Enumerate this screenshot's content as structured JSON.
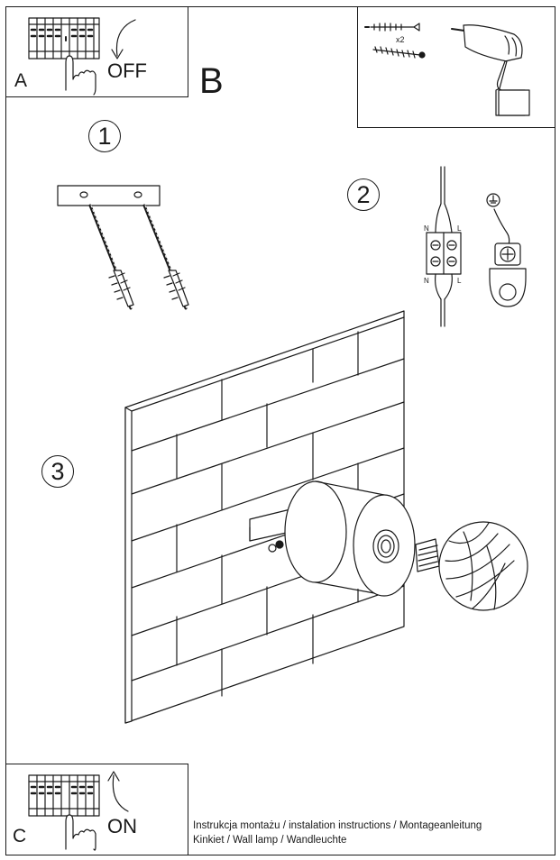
{
  "panel_a": {
    "letter": "A",
    "action": "OFF"
  },
  "panel_b": {
    "letter": "B"
  },
  "panel_c": {
    "letter": "C",
    "action": "ON"
  },
  "tools": {
    "quantity": "x2"
  },
  "steps": {
    "one": "1",
    "two": "2",
    "three": "3"
  },
  "wiring": {
    "n_top": "N",
    "l_top": "L",
    "n_bottom": "N",
    "l_bottom": "L"
  },
  "footer": {
    "line1": "Instrukcja montażu / instalation instructions / Montageanleitung",
    "line2": "Kinkiet / Wall lamp / Wandleuchte"
  },
  "icons": [
    "circuit-breaker-icon",
    "hand-icon",
    "curved-arrow-down-icon",
    "curved-arrow-up-icon",
    "wall-plug-icon",
    "screw-icon",
    "drill-icon",
    "mounting-plate-icon",
    "terminal-block-icon",
    "ground-symbol-icon",
    "ground-terminal-icon",
    "brick-wall-icon",
    "wall-lamp-icon",
    "light-bulb-icon"
  ]
}
